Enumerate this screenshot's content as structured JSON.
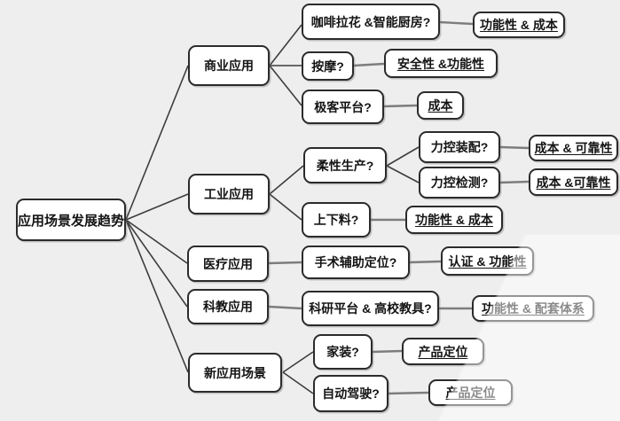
{
  "colors": {
    "background": "#eeeeef",
    "node_fill": "#ffffff",
    "node_border": "#2b2b2b",
    "branch_line": "#3d3d3d",
    "connector_line": "#7d7d7d",
    "text": "#141414"
  },
  "mindmap": {
    "root": {
      "label": "应用场景发展趋势"
    },
    "branches": [
      {
        "label": "商业应用",
        "children": [
          {
            "label": "咖啡拉花 &智能厨房?",
            "criteria": "功能性 & 成本"
          },
          {
            "label": "按摩?",
            "criteria": "安全性 &功能性"
          },
          {
            "label": "极客平台?",
            "criteria": "成本"
          }
        ]
      },
      {
        "label": "工业应用",
        "children": [
          {
            "label": "柔性生产?",
            "children": [
              {
                "label": "力控装配?",
                "criteria": "成本 & 可靠性"
              },
              {
                "label": "力控检测?",
                "criteria": "成本 &可靠性"
              }
            ]
          },
          {
            "label": "上下料?",
            "criteria": "功能性 & 成本"
          }
        ]
      },
      {
        "label": "医疗应用",
        "children": [
          {
            "label": "手术辅助定位?",
            "criteria": "认证 & 功能性"
          }
        ]
      },
      {
        "label": "科教应用",
        "children": [
          {
            "label": "科研平台 & 高校教具?",
            "criteria": "功能性 & 配套体系"
          }
        ]
      },
      {
        "label": "新应用场景",
        "children": [
          {
            "label": "家装?",
            "criteria": "产品定位"
          },
          {
            "label": "自动驾驶?",
            "criteria": "产品定位"
          }
        ]
      }
    ]
  }
}
